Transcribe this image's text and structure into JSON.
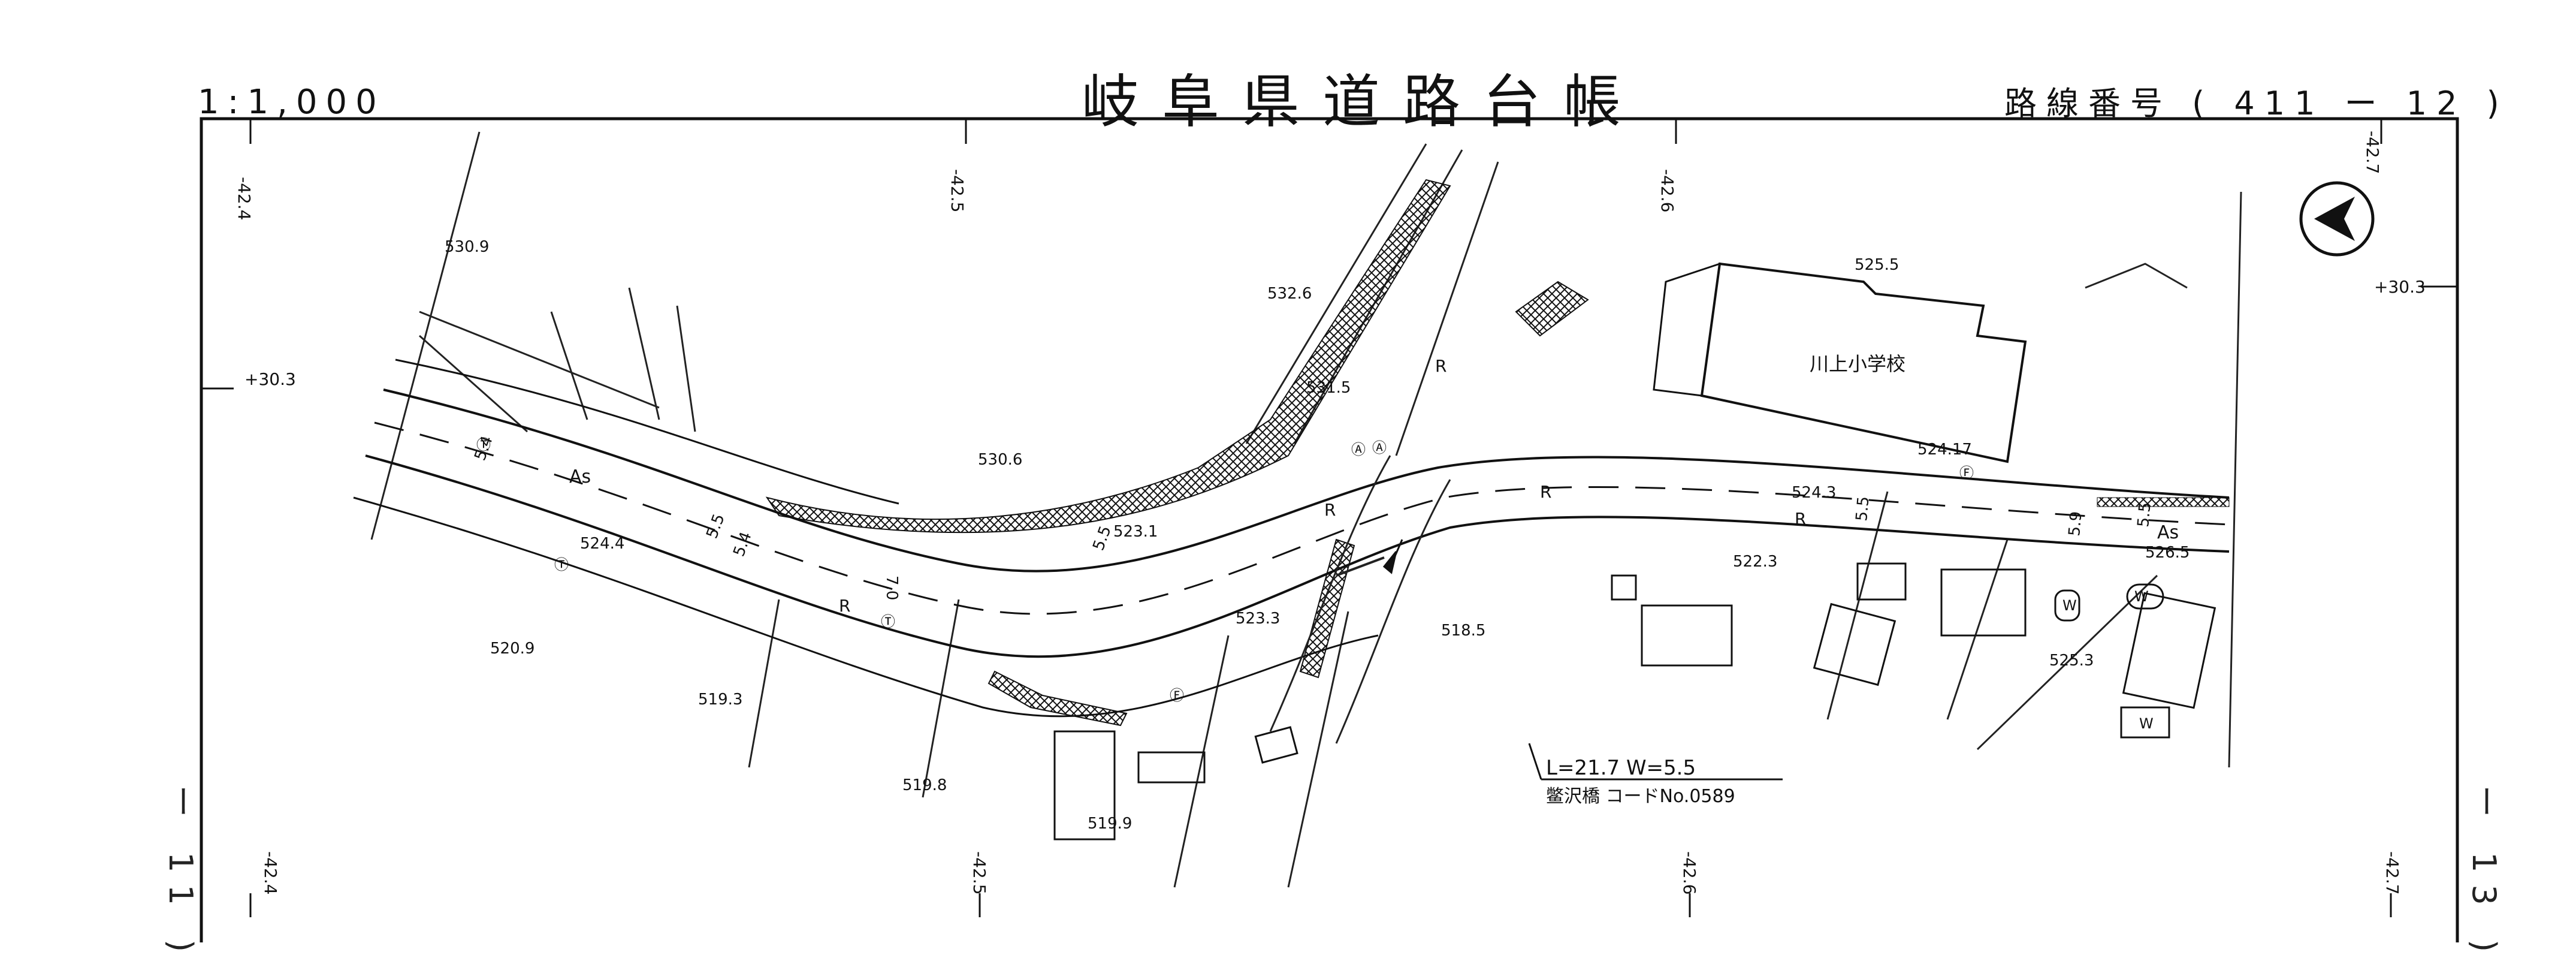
{
  "header": {
    "scale": "1:1,000",
    "title": "岐阜県道路台帳",
    "route_number": "路線番号 ( 411 ー 12 )"
  },
  "sheet_refs": {
    "left": "ー 11 )",
    "right": "ー 13 )"
  },
  "grid": {
    "top_ticks": [
      "-42.4",
      "-42.5",
      "-42.6",
      "-42.7"
    ],
    "bottom_ticks": [
      "-42.4",
      "-42.5",
      "-42.6",
      "-42.7"
    ],
    "left_tick": "+30.3",
    "right_tick": "+30.3"
  },
  "map": {
    "school_label": "川上小学校",
    "road_surface": "As",
    "spot_heights": [
      "530.9",
      "532.6",
      "531.5",
      "530.6",
      "525.5",
      "524.17",
      "524.3",
      "524.4",
      "523.1",
      "522.3",
      "526.5",
      "523.3",
      "518.5",
      "520.9",
      "519.3",
      "525.3",
      "519.8",
      "519.9"
    ],
    "road_width_marks": [
      "5.4",
      "5.5",
      "7.0",
      "5.5",
      "5.5",
      "5.9",
      "5.5",
      "5.4"
    ],
    "bridge_dimensions": "L=21.7  W=5.5",
    "bridge_name": "鳖沢橋  コードNo.0589",
    "legend_marks": [
      "R",
      "W",
      "Ⓣ",
      "Ⓕ",
      "Ⓐ"
    ]
  },
  "colors": {
    "ink": "#111111",
    "paper": "#ffffff"
  },
  "icons": {
    "north_arrow": "north-arrow-icon"
  }
}
